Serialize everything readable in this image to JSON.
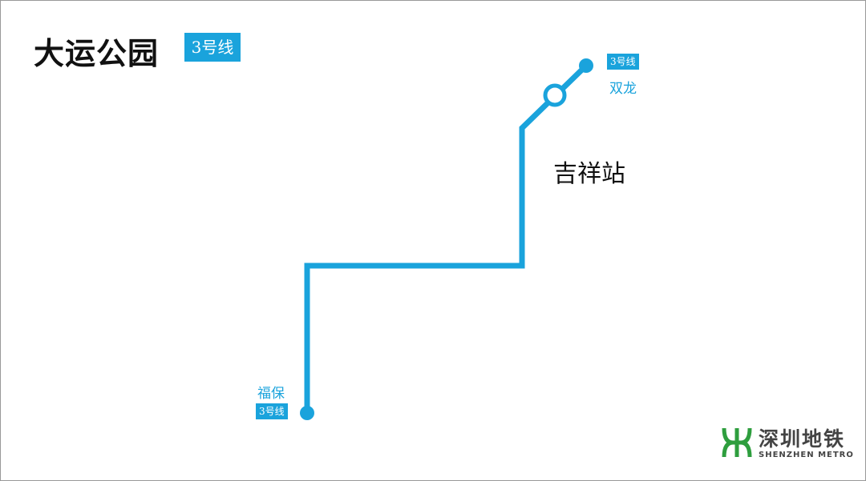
{
  "header": {
    "station_name": "大运公园",
    "line_badge": "3号线"
  },
  "map": {
    "line_color": "#1aa3dc",
    "current_station": "吉祥站",
    "terminal_north": {
      "name": "双龙",
      "line": "3号线"
    },
    "terminal_south": {
      "name": "福保",
      "line": "3号线"
    }
  },
  "logo": {
    "cn": "深圳地铁",
    "en": "SHENZHEN METRO",
    "color": "#2e9e3e"
  }
}
